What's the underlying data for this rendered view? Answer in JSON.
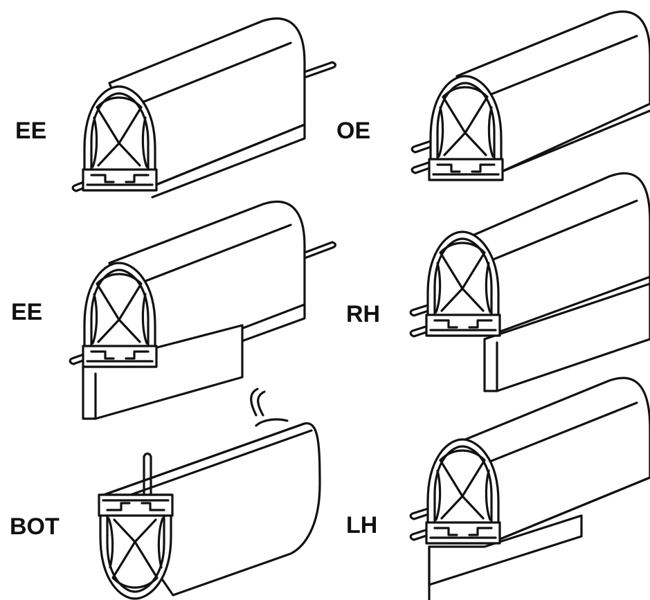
{
  "diagram": {
    "profiles": [
      {
        "label": "EE"
      },
      {
        "label": "OE"
      },
      {
        "label": "EE"
      },
      {
        "label": "RH"
      },
      {
        "label": "BOT"
      },
      {
        "label": "LH"
      }
    ]
  },
  "colors": {
    "line": "#111111",
    "background": "#ffffff"
  }
}
